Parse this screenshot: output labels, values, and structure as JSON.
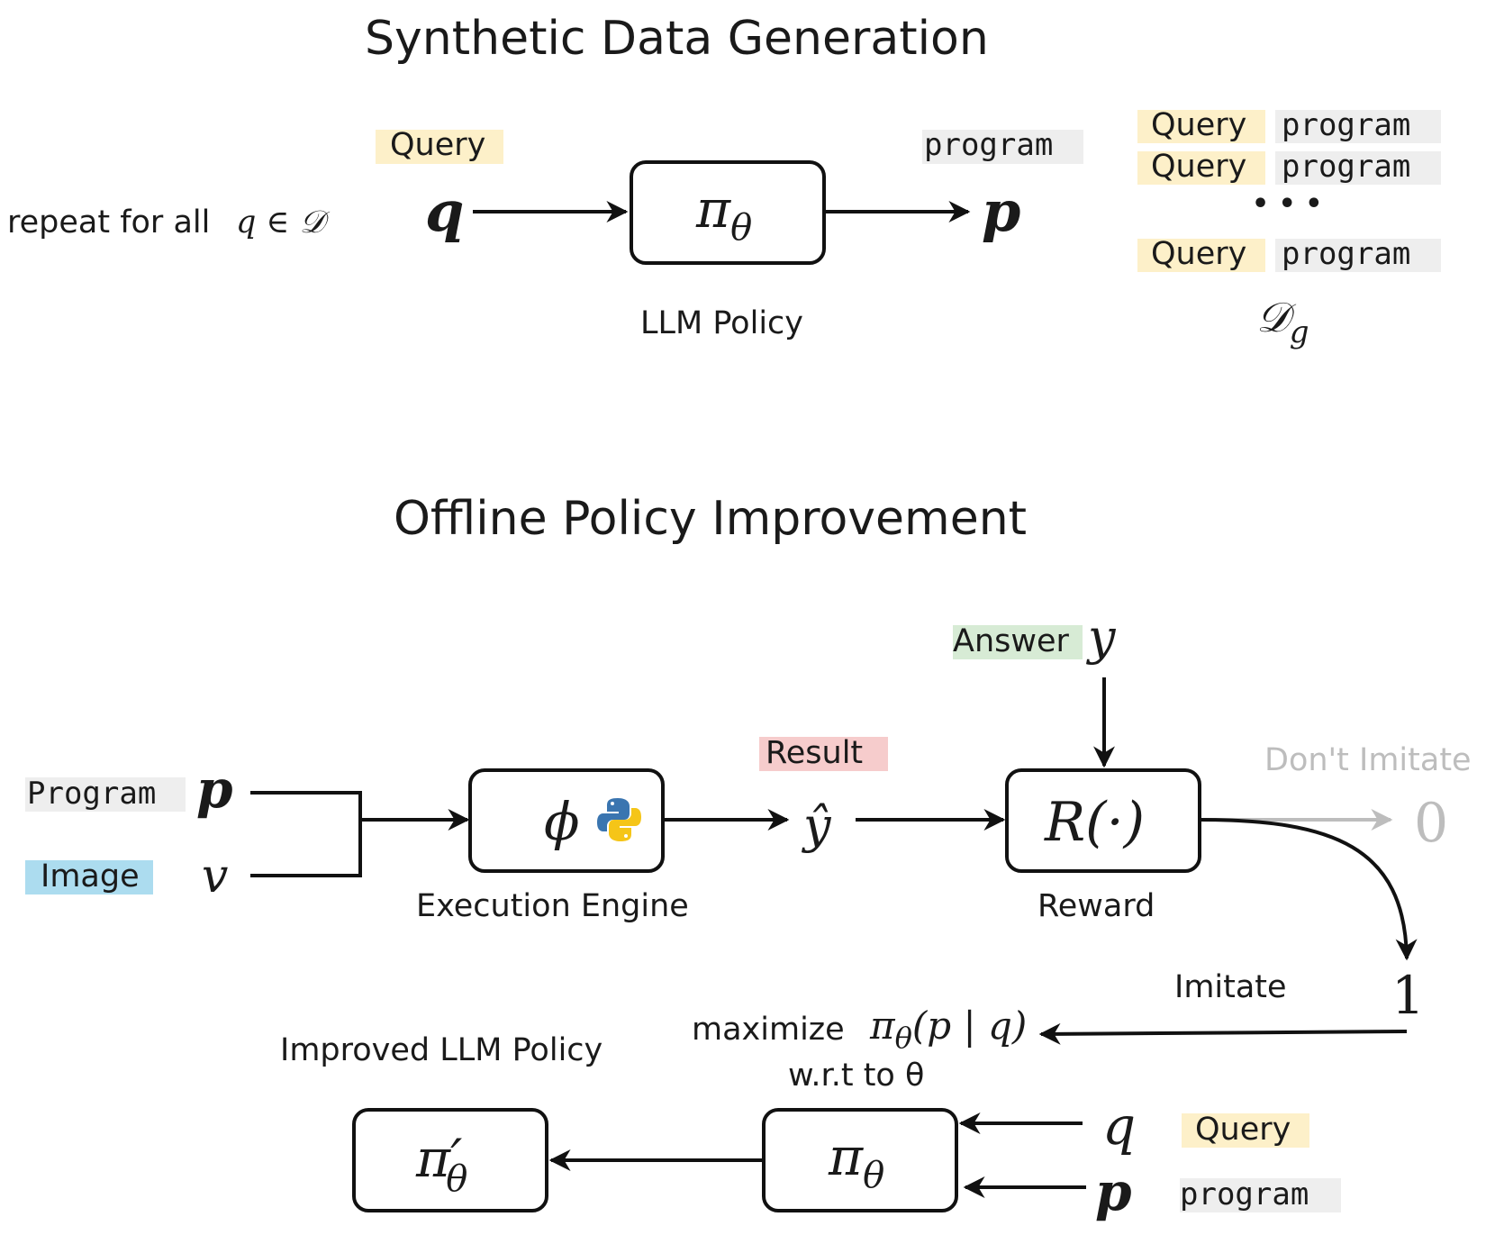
{
  "section1": {
    "title": "Synthetic Data Generation",
    "repeat_text": "repeat for all",
    "repeat_math": "q ∈ 𝒟",
    "query_tag": "Query",
    "input_symbol": "q",
    "policy_symbol": "π",
    "policy_sub": "θ",
    "policy_caption": "LLM Policy",
    "program_tag": "program",
    "output_symbol": "p",
    "dataset_rows": [
      {
        "query": "Query",
        "program": "program"
      },
      {
        "query": "Query",
        "program": "program"
      },
      {
        "query": "Query",
        "program": "program"
      }
    ],
    "ellipsis": "• • •",
    "dataset_symbol": "𝒟",
    "dataset_sub": "g"
  },
  "section2": {
    "title": "Offline Policy Improvement",
    "program_tag": "Program",
    "program_symbol": "p",
    "image_tag": "Image",
    "image_symbol": "v",
    "engine_symbol": "ϕ",
    "engine_caption": "Execution Engine",
    "result_tag": "Result",
    "result_symbol": "ŷ",
    "answer_tag": "Answer",
    "answer_symbol": "y",
    "reward_symbol": "R(·)",
    "reward_caption": "Reward",
    "dont_imitate": "Don't Imitate",
    "zero": "0",
    "one": "1",
    "imitate": "Imitate",
    "maximize_word": "maximize",
    "maximize_expr": "π",
    "maximize_sub": "θ",
    "maximize_args": "(p | q)",
    "wrt": "w.r.t to θ",
    "improved_caption": "Improved LLM Policy",
    "improved_symbol": "π′",
    "improved_sub": "θ",
    "policy_symbol": "π",
    "policy_sub": "θ",
    "q_symbol": "q",
    "p_symbol": "p",
    "query_tag": "Query",
    "program_tag2": "program"
  },
  "colors": {
    "query_bg": "#fdf0c9",
    "program_bg": "#eeeeee",
    "image_bg": "#acdcef",
    "result_bg": "#f6cccc",
    "answer_bg": "#d7ebd5",
    "gray": "#bdbdbd",
    "python_blue": "#3a75b0",
    "python_yellow": "#f5c518"
  },
  "icons": [
    "python-logo-icon"
  ]
}
